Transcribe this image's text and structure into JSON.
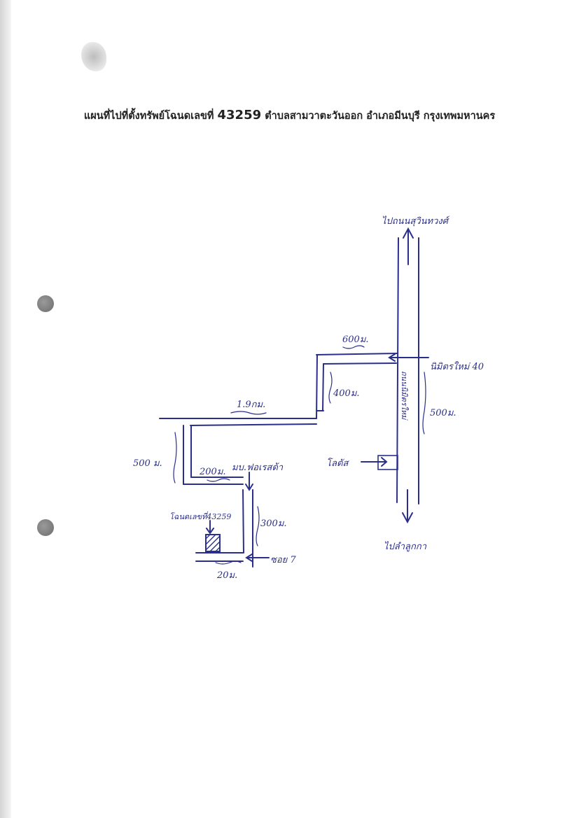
{
  "document": {
    "title_prefix": "แผนที่ไปที่ตั้งทรัพย์โฉนดเลขที่",
    "title_number": "43259",
    "title_suffix": "ตำบลสามวาตะวันออก อำเภอมีนบุรี กรุงเทพมหานคร"
  },
  "map": {
    "ink_color": "#2b2f8c",
    "labels": {
      "north_direction": "ไปถนนสุวินทวงศ์",
      "south_direction": "ไปลำลูกกา",
      "main_road": "ถนนนิมิตรใหม่",
      "road_junction": "นิมิตรใหม่ 40",
      "top_segment": "600ม.",
      "vertical_segment": "400ม.",
      "east_segment": "500ม.",
      "long_segment": "1.9กม.",
      "west_segment": "500 ม.",
      "short_segment": "200ม.",
      "village": "มบ.ฟอเรสต้า",
      "final_segment": "300ม.",
      "bottom_segment": "20ม.",
      "property": "โฉนดเลขที่43259",
      "soi": "ซอย 7",
      "landmark": "โลตัส"
    }
  }
}
